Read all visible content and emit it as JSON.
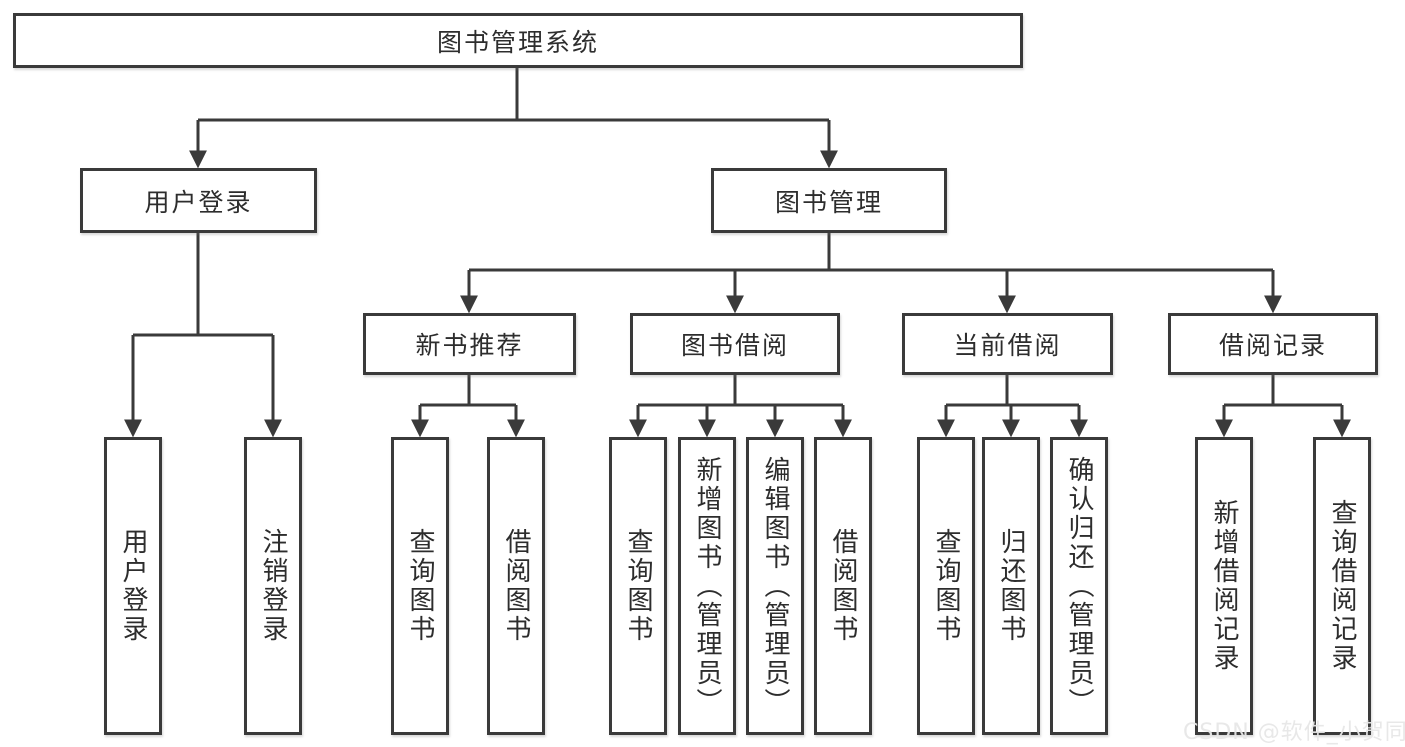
{
  "watermark": "CSDN @软件_小贺同学",
  "tree": {
    "root": {
      "label": "图书管理系统"
    },
    "user_login": {
      "label": "用户登录",
      "children": [
        "用户登录",
        "注销登录"
      ]
    },
    "book_mgmt": {
      "label": "图书管理",
      "sections": [
        {
          "label": "新书推荐",
          "children": [
            "查询图书",
            "借阅图书"
          ]
        },
        {
          "label": "图书借阅",
          "children": [
            "查询图书",
            "新增图书（管理员）",
            "编辑图书（管理员）",
            "借阅图书"
          ]
        },
        {
          "label": "当前借阅",
          "children": [
            "查询图书",
            "归还图书",
            "确认归还（管理员）"
          ]
        },
        {
          "label": "借阅记录",
          "children": [
            "新增借阅记录",
            "查询借阅记录"
          ]
        }
      ]
    }
  }
}
